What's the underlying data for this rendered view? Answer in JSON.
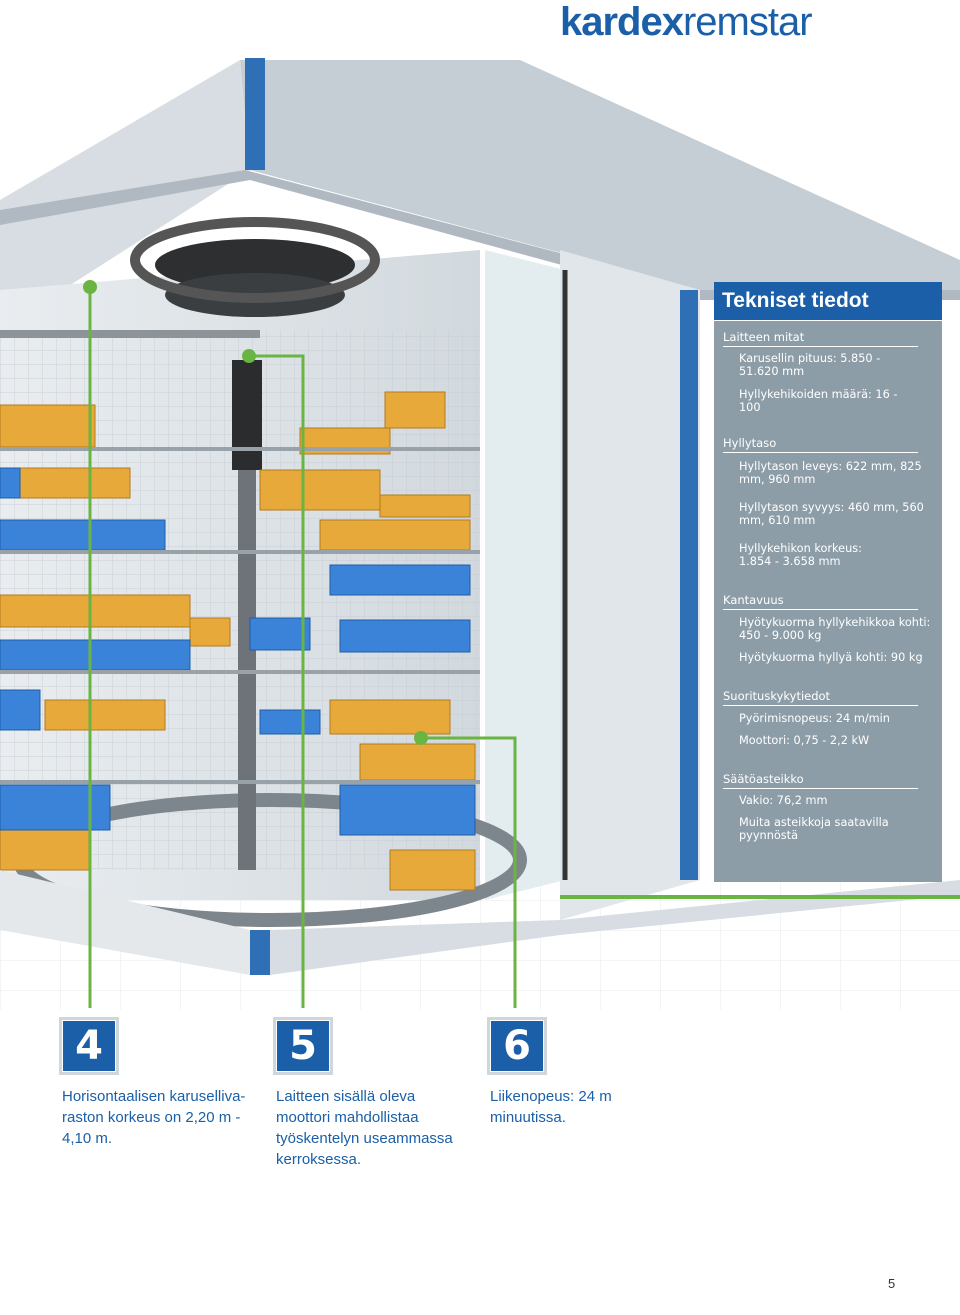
{
  "logo": {
    "part1": "kardex",
    "part2": "remstar"
  },
  "panel": {
    "title": "Tekniset tiedot",
    "sections": [
      {
        "heading": "Laitteen mitat",
        "items": [
          "Karusellin pituus: 5.850 - 51.620 mm",
          "Hyllykehikoiden määrä: 16 - 100"
        ]
      },
      {
        "heading": "Hyllytaso",
        "items": [
          "Hyllytason leveys: 622 mm, 825 mm, 960 mm",
          "Hyllytason syvyys: 460 mm, 560 mm, 610 mm",
          "Hyllykehikon korkeus: 1.854 - 3.658 mm"
        ]
      },
      {
        "heading": "Kantavuus",
        "items": [
          "Hyötykuorma hyllykehikkoa kohti: 450 - 9.000 kg",
          "Hyötykuorma hyllyä kohti: 90 kg"
        ]
      },
      {
        "heading": "Suorituskykytiedot",
        "items": [
          "Pyörimisnopeus: 24 m/min",
          "Moottori: 0,75 - 2,2 kW"
        ]
      },
      {
        "heading": "Säätöasteikko",
        "items": [
          "Vakio: 76,2 mm",
          "Muita asteikkoja saatavilla pyynnöstä"
        ]
      }
    ]
  },
  "features": [
    {
      "number": "4",
      "text": "Horisontaalisen karuselliva-raston korkeus on 2,20 m - 4,10 m."
    },
    {
      "number": "5",
      "text": "Laitteen sisällä oleva moottori mahdollistaa työskentelyn useammassa kerroksessa."
    },
    {
      "number": "6",
      "text": "Liikenopeus: 24 m minuutissa."
    }
  ],
  "page_number": "5",
  "colors": {
    "brand_blue": "#1a5fa8",
    "panel_gray": "#8d9da7",
    "callout_green": "#6ab443"
  }
}
